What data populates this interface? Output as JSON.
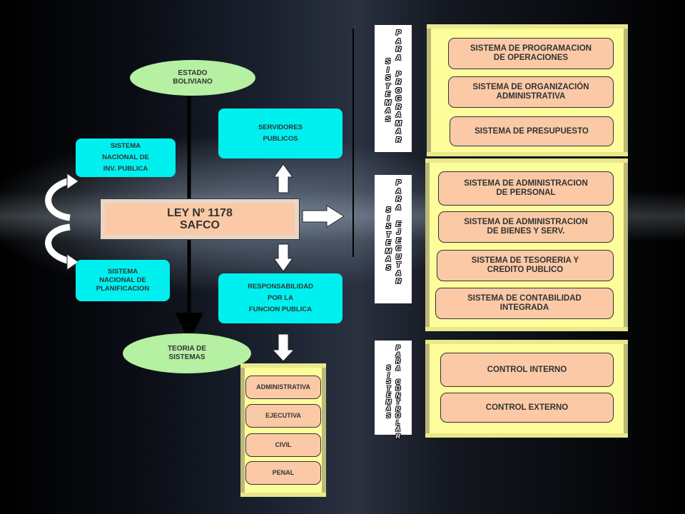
{
  "diagram": {
    "estado": "ESTADO\nBOLIVIANO",
    "teoria": "TEORIA DE\nSISTEMAS",
    "ley": "LEY Nº 1178\nSAFCO",
    "servidores": "SERVIDORES\nPUBLICOS",
    "responsabilidad": "RESPONSABILIDAD\nPOR LA\nFUNCION PUBLICA",
    "sistema_inversion": "SISTEMA\nNACIONAL DE\nINV. PUBLICA",
    "sistema_planificacion": "SISTEMA\nNACIONAL DE\nPLANIFICACION",
    "responsabilidades": [
      "ADMINISTRATIVA",
      "EJECUTIVA",
      "CIVIL",
      "PENAL"
    ]
  },
  "groups": [
    {
      "label_words": [
        "SISTEMAS",
        "PARA PROGRAMAR"
      ],
      "items": [
        "SISTEMA DE PROGRAMACION\nDE OPERACIONES",
        "SISTEMA DE ORGANIZACIÓN\nADMINISTRATIVA",
        "SISTEMA DE PRESUPUESTO"
      ]
    },
    {
      "label_words": [
        "SISTEMAS",
        "PARA EJECUTAR"
      ],
      "items": [
        "SISTEMA DE ADMINISTRACION\nDE PERSONAL",
        "SISTEMA DE ADMINISTRACION\nDE BIENES Y SERV.",
        "SISTEMA DE TESORERIA Y\nCREDITO PUBLICO",
        "SISTEMA DE CONTABILIDAD\nINTEGRADA"
      ]
    },
    {
      "label_words": [
        "SISTEMAS",
        "PARA CONTROLAR"
      ],
      "items": [
        "CONTROL INTERNO",
        "CONTROL EXTERNO"
      ]
    }
  ],
  "colors": {
    "ellipse_fill": "#b6f0a3",
    "box_cyan": "#00f0f0",
    "box_peach": "#fbc9a6",
    "scroll_yellow": "#fdfd9c"
  }
}
